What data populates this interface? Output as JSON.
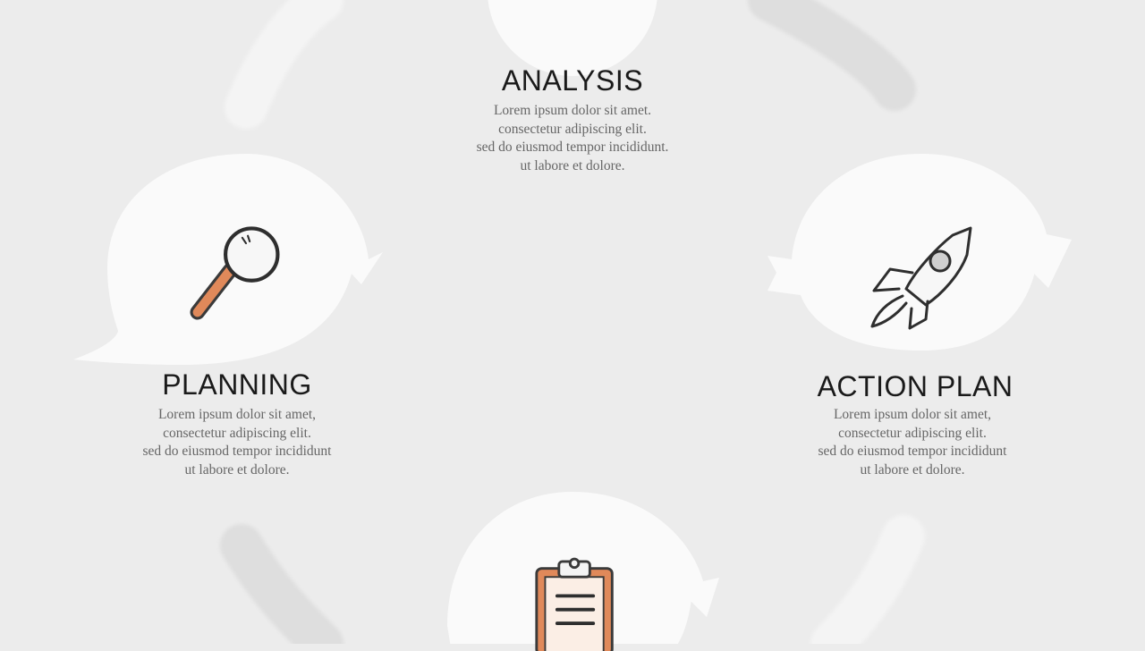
{
  "steps": {
    "analysis": {
      "title": "ANALYSIS",
      "icon": "target-icon",
      "lines": [
        "Lorem ipsum dolor sit amet.",
        "consectetur adipiscing elit.",
        "sed do eiusmod tempor incididunt.",
        "ut labore et dolore."
      ]
    },
    "planning": {
      "title": "PLANNING",
      "icon": "magnifier-icon",
      "lines": [
        "Lorem ipsum dolor sit amet,",
        "consectetur adipiscing elit.",
        "sed do eiusmod tempor incididunt",
        "ut labore et dolore."
      ]
    },
    "action_plan": {
      "title": "ACTION PLAN",
      "icon": "rocket-icon",
      "lines": [
        "Lorem ipsum dolor sit amet,",
        "consectetur adipiscing elit.",
        "sed do eiusmod tempor incididunt",
        "ut labore et dolore."
      ]
    },
    "execution": {
      "title": "",
      "icon": "clipboard-icon",
      "lines": []
    }
  },
  "colors": {
    "background": "#ececec",
    "accent": "#e0895a",
    "arrow": "#dcdcdc",
    "circle": "#fafafa",
    "text_dark": "#1a1a1a",
    "text_muted": "#666666"
  }
}
